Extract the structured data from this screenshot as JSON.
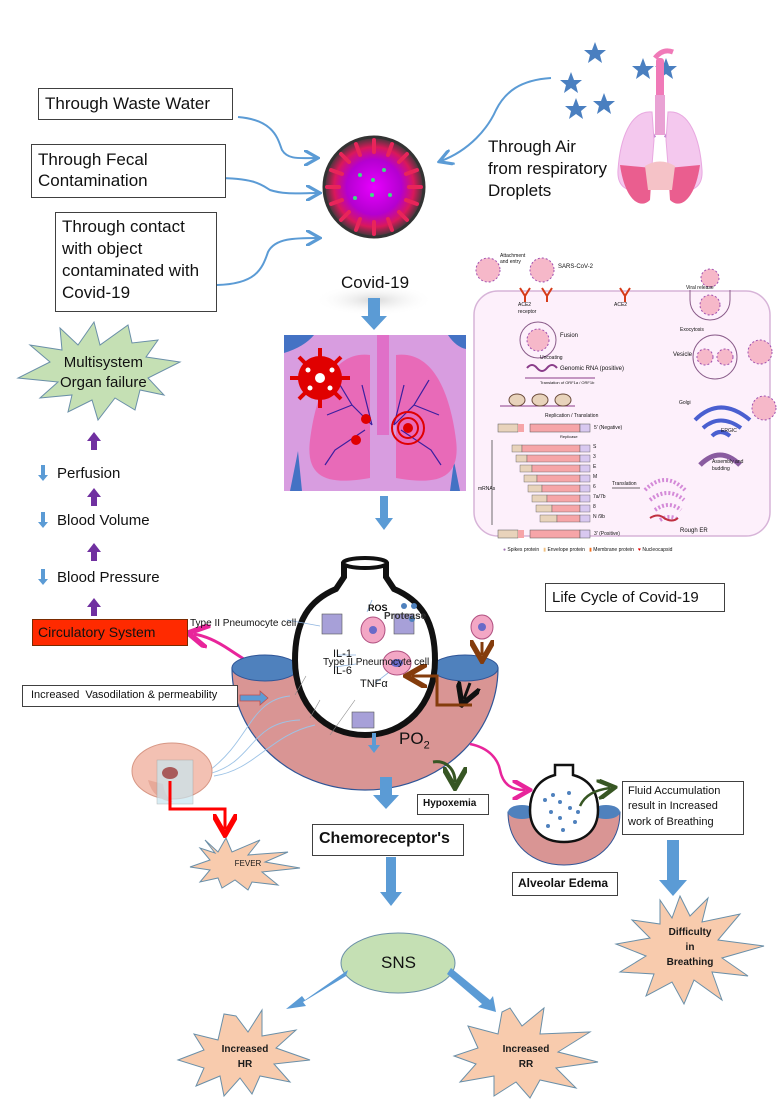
{
  "title": "COVID-19 transmission, life cycle and pathophysiology",
  "colors": {
    "arrow_blue": "#5b9bd5",
    "arrow_purple": "#7030a0",
    "arrow_magenta": "#e8259b",
    "arrow_brown": "#843c0c",
    "arrow_green": "#375623",
    "arrow_red": "#ff0000",
    "burst_orange": "#f8cbad",
    "burst_green": "#c5e0b4",
    "sns_green": "#c5e0b4",
    "circulatory_red": "#ff2a00",
    "alveolus_tissue": "#d99594",
    "alveolus_cap": "#4f81bd"
  },
  "transmission": {
    "waste_water": "Through Waste Water",
    "fecal": [
      "Through Fecal",
      "Contamination"
    ],
    "contact": [
      "Through contact",
      "with object",
      "contaminated with",
      "Covid-19"
    ],
    "air": [
      "Through Air",
      "from respiratory",
      "Droplets"
    ]
  },
  "virus_label": "Covid-19",
  "organ_failure": [
    "Multisystem",
    "Organ failure"
  ],
  "cascade": [
    {
      "label": "Perfusion",
      "direction": "decrease"
    },
    {
      "label": "Blood Volume",
      "direction": "decrease"
    },
    {
      "label": "Blood Pressure",
      "direction": "decrease"
    }
  ],
  "circulatory_system": "Circulatory System",
  "life_cycle": {
    "caption": "Life Cycle of Covid-19",
    "labels": {
      "attachment": [
        "Attachment",
        "and entry"
      ],
      "sars": "SARS-CoV-2",
      "ace2_receptor": [
        "ACE2",
        "receptor"
      ],
      "ace2": "ACE2",
      "fusion": "Fusion",
      "uncoating": "Uncoating",
      "genomic_rna": "Genomic RNA (positive)",
      "translation_orf": "Translation of ORF1a / ORF1b",
      "replication": "Replication / Translation",
      "negative": "5' (Negative)",
      "replicase": "Replicase",
      "positive": "3' (Positive)",
      "mrnas": "mRNAs",
      "translation": "Translation",
      "rough_er": "Rough ER",
      "golgi": "Golgi",
      "ergic": "ERGIC",
      "assembly": [
        "Assembly and",
        "budding"
      ],
      "vesicle": "Vesicle",
      "exocytosis": "Exocytosis",
      "viral_release": "Viral release"
    },
    "genes": [
      "S",
      "3",
      "E",
      "M",
      "6",
      "7a/7b",
      "8",
      "N /9b"
    ],
    "legend": [
      "Spikes protein",
      "Envelope protein",
      "Membrane protein",
      "Nucleocapsid"
    ]
  },
  "alveolus": {
    "type2_label": "Type II Pneumocyte cell",
    "type2_inner": "Type II Pneumocyte cell",
    "ros": "ROS",
    "protease": "Protease",
    "il1": "IL-1",
    "il6": "IL-6",
    "tnf": "TNFα",
    "po2": "PO",
    "po2_sub": "2"
  },
  "vasodilation": "Increased  Vasodilation & permeability",
  "fever": "FEVER",
  "hypoxemia": "Hypoxemia",
  "chemoreceptors": "Chemoreceptor's",
  "alveolar_edema": "Alveolar Edema",
  "fluid": [
    "Fluid Accumulation",
    "result in Increased",
    "work of Breathing"
  ],
  "difficulty": [
    "Difficulty",
    "in",
    "Breathing"
  ],
  "sns": "SNS",
  "increased_hr": [
    "Increased",
    "HR"
  ],
  "increased_rr": [
    "Increased",
    "RR"
  ]
}
